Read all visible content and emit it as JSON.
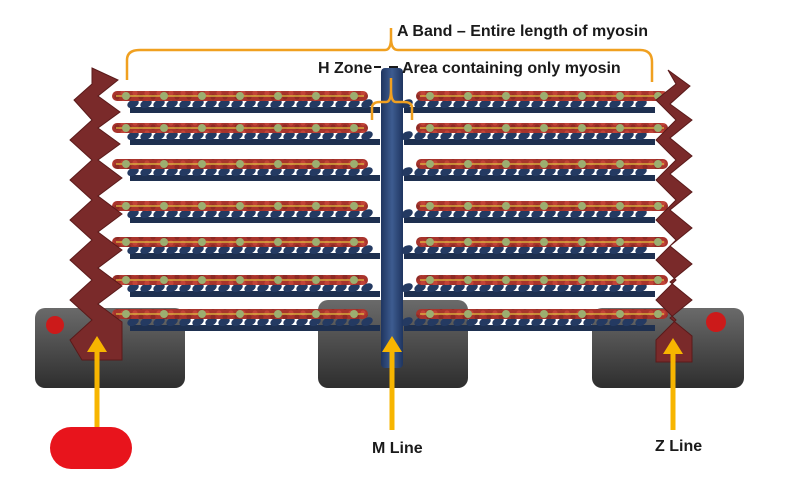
{
  "labels": {
    "a_band": "A Band – Entire length of myosin",
    "h_zone": "H Zone",
    "h_zone_desc": "Area containing only myosin",
    "m_line": "M Line",
    "z_line": "Z Line"
  },
  "colors": {
    "bracket": "#f0a020",
    "arrow": "#f7b500",
    "z_disc": "#7a2a2a",
    "actin": "#a8342c",
    "actin_bead": "#c8b060",
    "myosin": "#1e3050",
    "m_line": "#2e4a78",
    "base": "#4a4a4a",
    "button": "#cc1a1a",
    "redaction": "#e8141c"
  }
}
